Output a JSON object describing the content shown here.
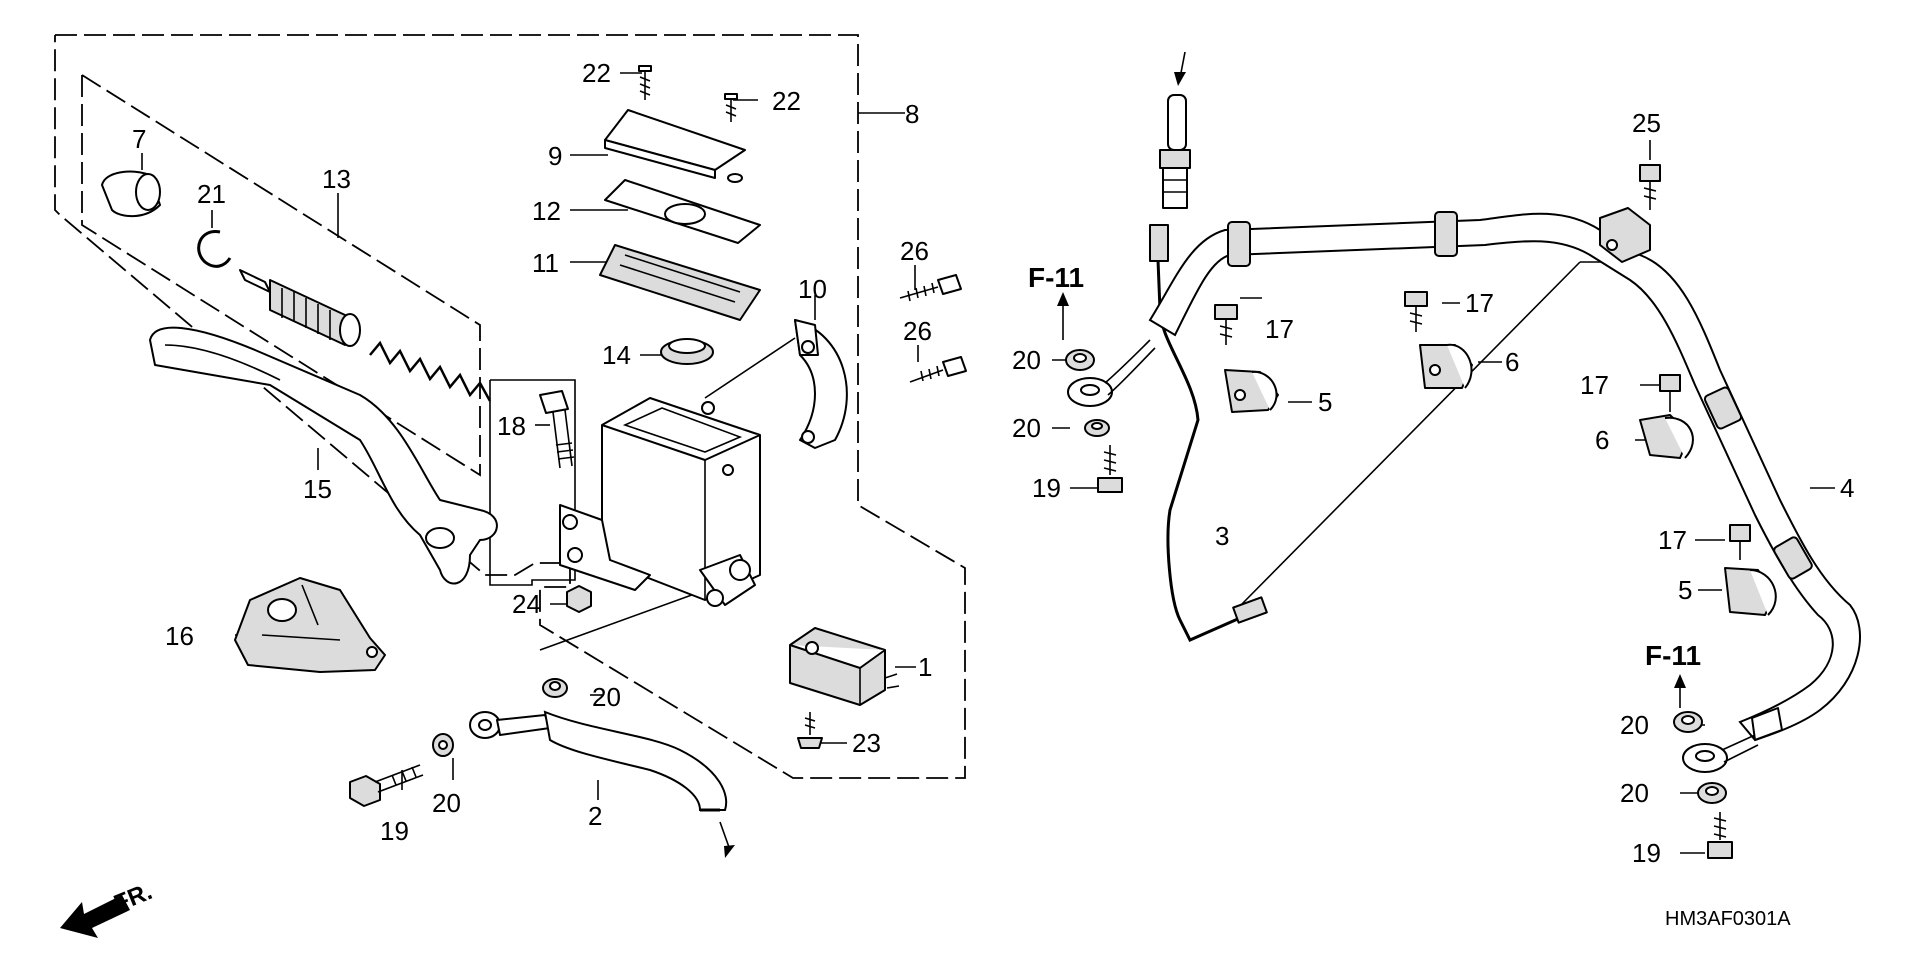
{
  "callouts": [
    {
      "id": "c22a",
      "text": "22"
    },
    {
      "id": "c22b",
      "text": "22"
    },
    {
      "id": "c7",
      "text": "7"
    },
    {
      "id": "c8",
      "text": "8"
    },
    {
      "id": "c9",
      "text": "9"
    },
    {
      "id": "c21",
      "text": "21"
    },
    {
      "id": "c13",
      "text": "13"
    },
    {
      "id": "c12",
      "text": "12"
    },
    {
      "id": "c11",
      "text": "11"
    },
    {
      "id": "c26a",
      "text": "26"
    },
    {
      "id": "c10",
      "text": "10"
    },
    {
      "id": "c26b",
      "text": "26"
    },
    {
      "id": "c14",
      "text": "14"
    },
    {
      "id": "c18",
      "text": "18"
    },
    {
      "id": "c15",
      "text": "15"
    },
    {
      "id": "c24",
      "text": "24"
    },
    {
      "id": "c16",
      "text": "16"
    },
    {
      "id": "c1",
      "text": "1"
    },
    {
      "id": "c20a",
      "text": "20"
    },
    {
      "id": "c23",
      "text": "23"
    },
    {
      "id": "c20b",
      "text": "20"
    },
    {
      "id": "c19a",
      "text": "19"
    },
    {
      "id": "c2",
      "text": "2"
    },
    {
      "id": "c20c",
      "text": "20"
    },
    {
      "id": "c20d",
      "text": "20"
    },
    {
      "id": "c19b",
      "text": "19"
    },
    {
      "id": "c3",
      "text": "3"
    },
    {
      "id": "c17a",
      "text": "17"
    },
    {
      "id": "c17b",
      "text": "17"
    },
    {
      "id": "c5a",
      "text": "5"
    },
    {
      "id": "c6a",
      "text": "6"
    },
    {
      "id": "c25",
      "text": "25"
    },
    {
      "id": "c17c",
      "text": "17"
    },
    {
      "id": "c6b",
      "text": "6"
    },
    {
      "id": "c4",
      "text": "4"
    },
    {
      "id": "c17d",
      "text": "17"
    },
    {
      "id": "c5b",
      "text": "5"
    },
    {
      "id": "c20e",
      "text": "20"
    },
    {
      "id": "c20f",
      "text": "20"
    },
    {
      "id": "c19c",
      "text": "19"
    }
  ],
  "references": {
    "f11_left": "F-11",
    "f11_right": "F-11"
  },
  "direction_label": "FR.",
  "diagram_code": "HM3AF0301A"
}
